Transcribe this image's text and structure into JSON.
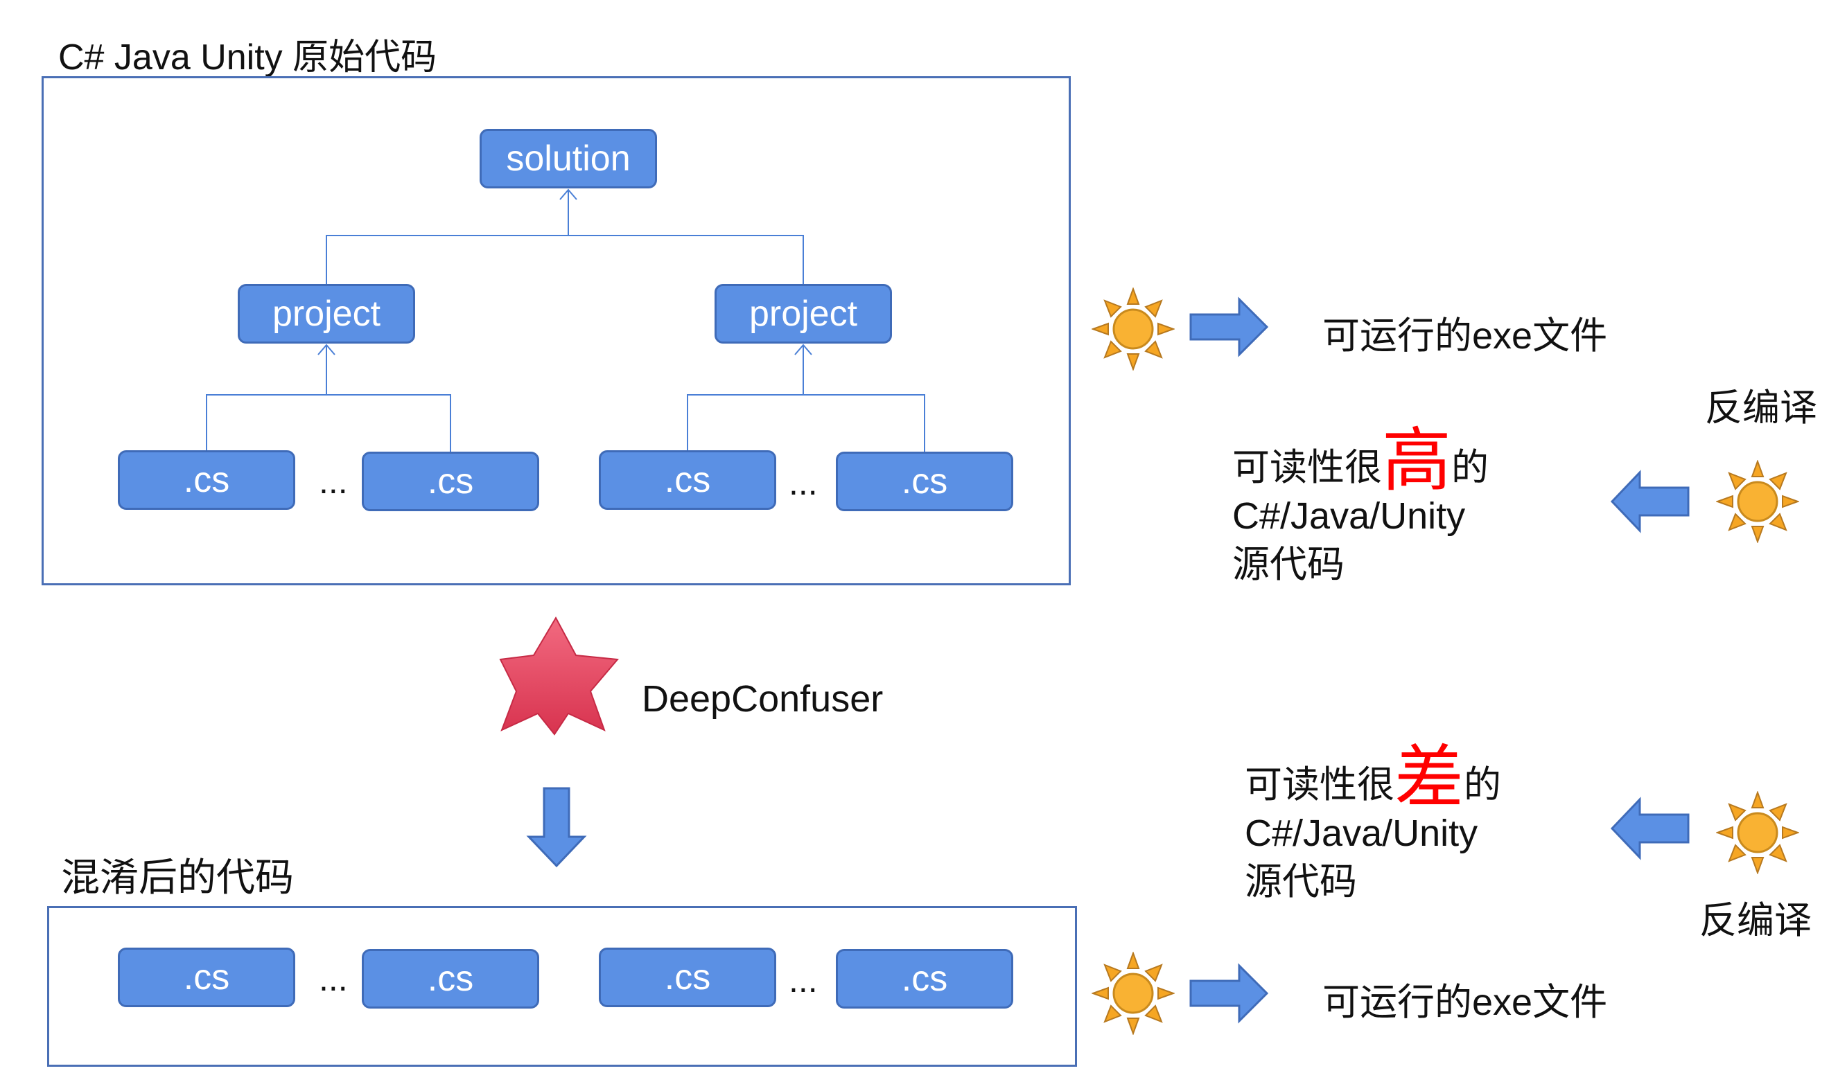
{
  "top_section": {
    "title": "C# Java Unity 原始代码",
    "solution": "solution",
    "project_left": "project",
    "project_right": "project",
    "files": [
      ".cs",
      ".cs",
      ".cs",
      ".cs"
    ],
    "ellipsis_left": "...",
    "ellipsis_right": "..."
  },
  "obfuscator": {
    "name": "DeepConfuser"
  },
  "bottom_section": {
    "title": "混淆后的代码",
    "files": [
      ".cs",
      ".cs",
      ".cs",
      ".cs"
    ],
    "ellipsis_left": "...",
    "ellipsis_right": "..."
  },
  "right_side": {
    "exe_top": "可运行的exe文件",
    "exe_bottom": "可运行的exe文件",
    "decompile_top": "反编译",
    "decompile_bottom": "反编译",
    "readable_high": {
      "prefix": "可读性很",
      "emph": "高",
      "suffix": "的",
      "line2": "C#/Java/Unity",
      "line3": "源代码"
    },
    "readable_low": {
      "prefix": "可读性很",
      "emph": "差",
      "suffix": "的",
      "line2": "C#/Java/Unity",
      "line3": "源代码"
    }
  },
  "colors": {
    "node_fill": "#5b90e4",
    "frame": "#4a6fb5",
    "emphasis": "#ff0000",
    "sun": "#f6a623",
    "star": "#e8415c"
  }
}
